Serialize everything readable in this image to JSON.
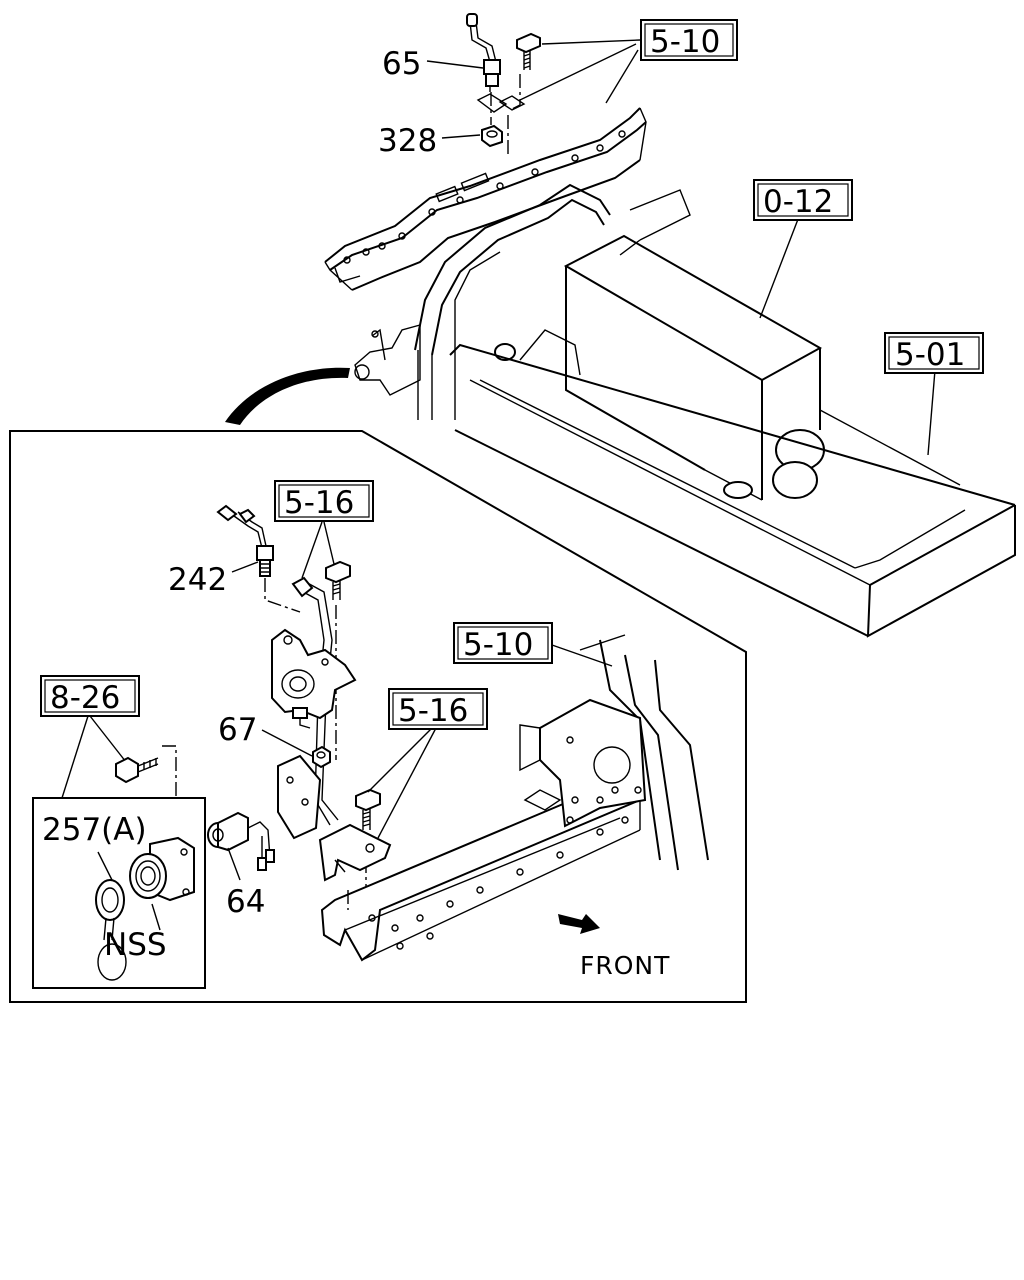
{
  "labels": {
    "p65": "65",
    "p328": "328",
    "p242": "242",
    "p67": "67",
    "p64": "64",
    "p257a": "257(A)",
    "nss": "NSS",
    "front": "FRONT"
  },
  "refs": {
    "r510_top": "5-10",
    "r012": "0-12",
    "r501": "5-01",
    "r516_a": "5-16",
    "r510_mid": "5-10",
    "r516_b": "5-16",
    "r826": "8-26"
  }
}
